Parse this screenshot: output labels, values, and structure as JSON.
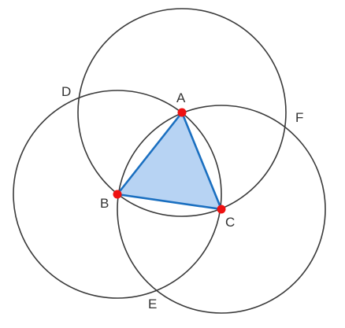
{
  "diagram": {
    "labels": {
      "A": "A",
      "B": "B",
      "C": "C",
      "D": "D",
      "E": "E",
      "F": "F"
    },
    "colors": {
      "triangle_fill": "#b7d3f3",
      "triangle_stroke": "#1a6fc0",
      "vertex": "#ee1111",
      "circle": "#3a3a3a",
      "label": "#333333"
    }
  }
}
